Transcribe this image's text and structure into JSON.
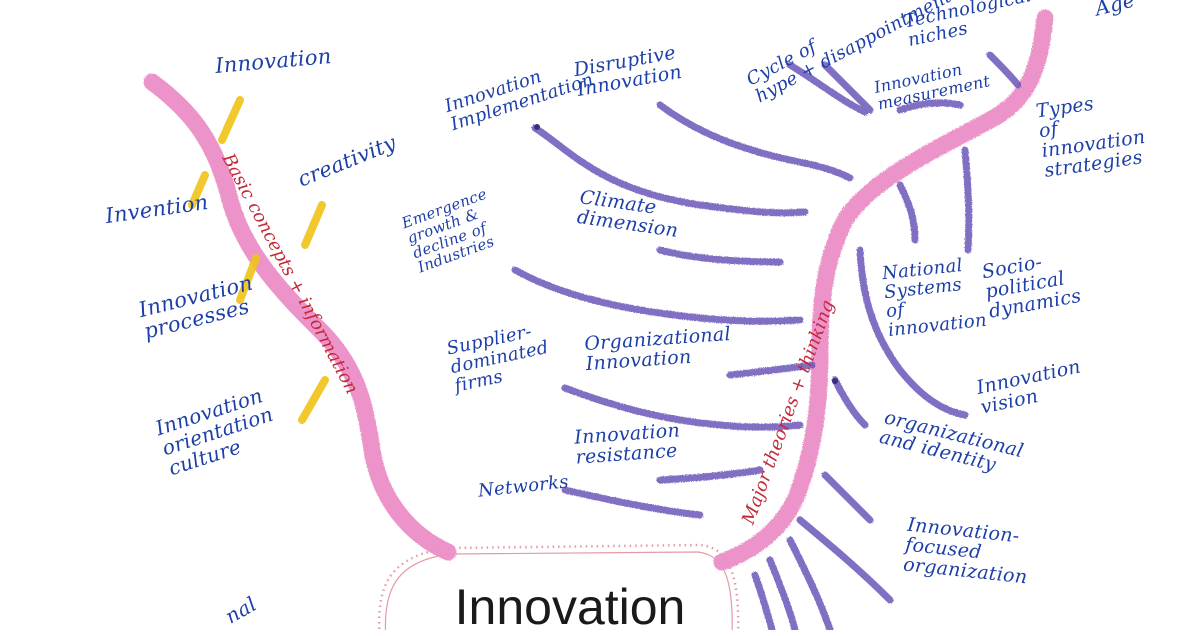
{
  "center_label": "Innovation",
  "top_cut_text": "",
  "branch_left_label_a": "Basic concepts + information",
  "branch_left_label_b": "information",
  "branch_right_label": "Major theories + thinking",
  "left_topics": [
    "Innovation",
    "creativity",
    "Invention",
    "Innovation\nprocesses",
    "Innovation\norientation\nculture"
  ],
  "middle_topics": [
    "Innovation\nImplementation",
    "Disruptive\nInnovation",
    "Climate\ndimension",
    "Emergence\ngrowth &\ndecline of\nIndustries",
    "Supplier-\ndominated\nfirms",
    "Organizational\nInnovation",
    "Innovation\nresistance",
    "Networks"
  ],
  "right_topics": [
    "Cycle of\nhype + disappointment",
    "Technological\nniches",
    "Innovation\nmeasurement",
    "Types\nof\ninnovation\nstrategies",
    "National\nSystems\nof\ninnovation",
    "Socio-\npolitical\ndynamics",
    "Innovation\nvision",
    "organizational\nand identity",
    "Innovation-\nfocused\norganization",
    "Age"
  ],
  "bottom_left_fragment": "nal",
  "colors": {
    "main_branch": "#ec8fc8",
    "sub_branch": "#6a56b8",
    "accent_strokes": "#f0c419",
    "handwriting": "#1c3fa8",
    "branch_label": "#c22a3a",
    "center_outline": "#e79aa5"
  }
}
